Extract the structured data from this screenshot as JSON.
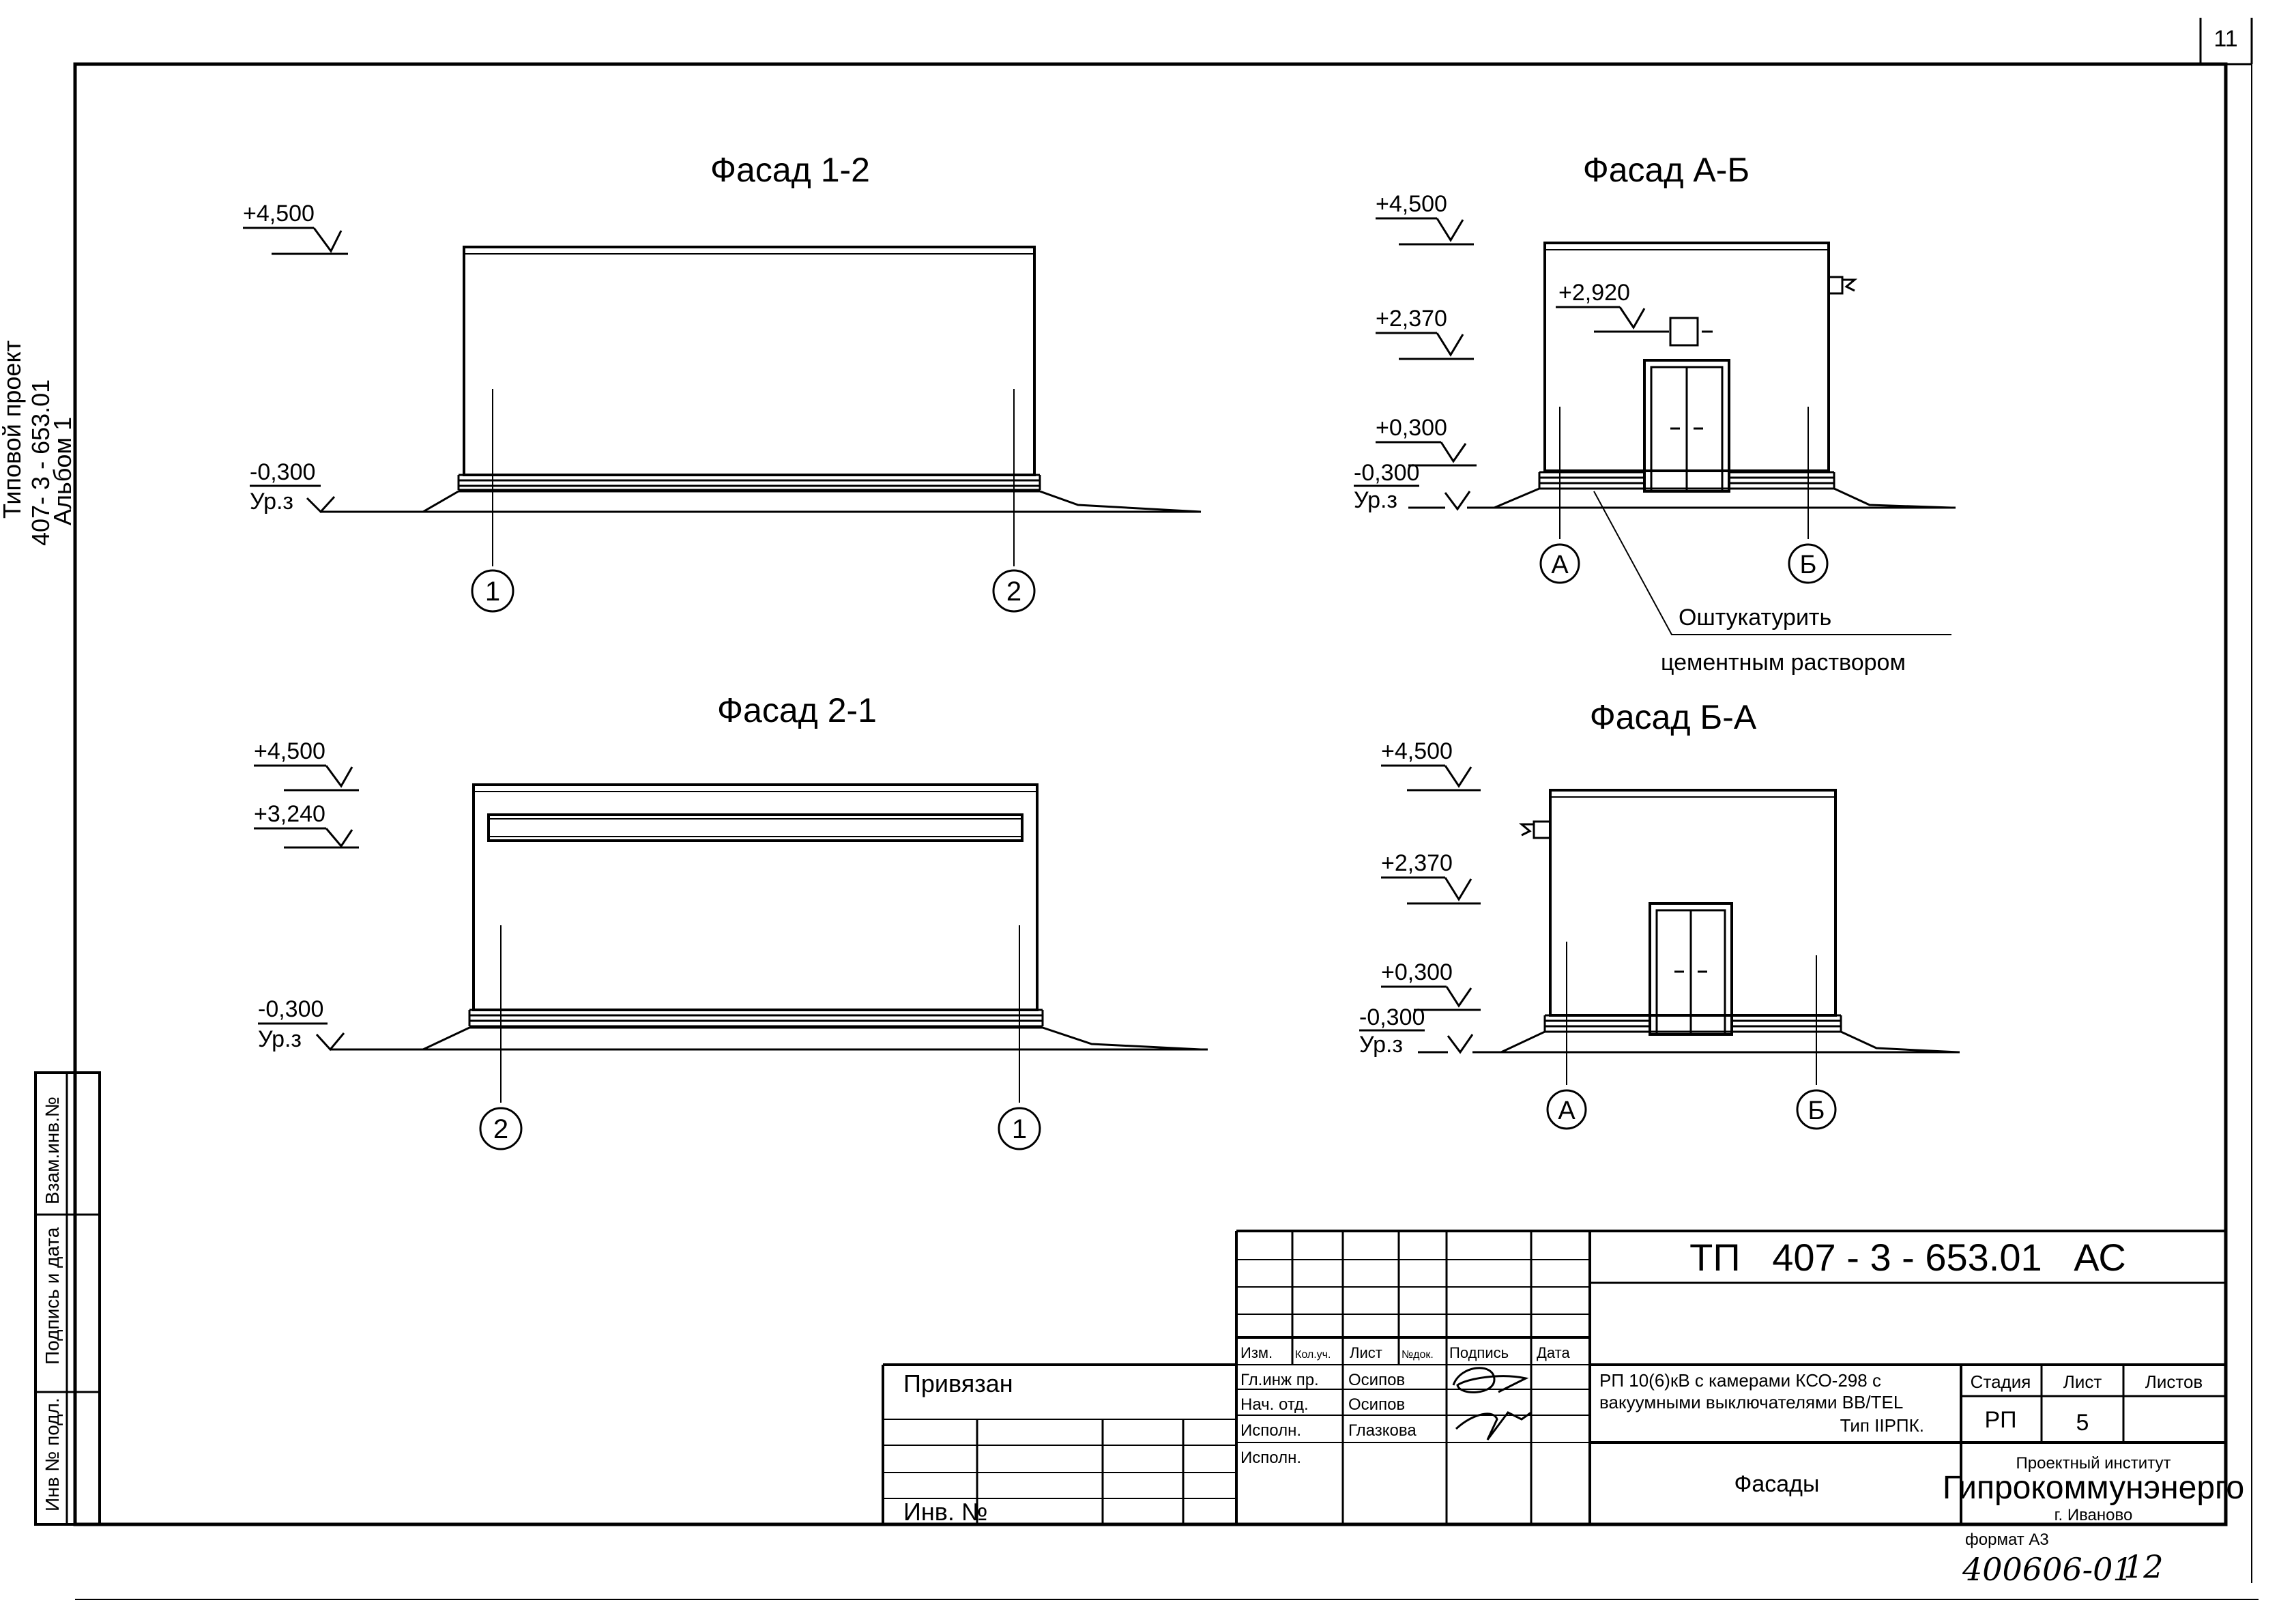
{
  "sheet_number": "11",
  "side_labels": {
    "project": "Типовой проект",
    "code": "407- 3 - 653.01",
    "album": "Альбом 1"
  },
  "left_stamp": {
    "inv_podl": "Инв № подл.",
    "sign_date": "Подпись и дата",
    "vzam_inv": "Взам.инв.№"
  },
  "views": {
    "f12": {
      "title": "Фасад 1-2",
      "levels": [
        "+4,500",
        "-0,300",
        "Ур.з"
      ],
      "axes": [
        "1",
        "2"
      ]
    },
    "f21": {
      "title": "Фасад 2-1",
      "levels": [
        "+4,500",
        "+3,240",
        "-0,300",
        "Ур.з"
      ],
      "axes": [
        "2",
        "1"
      ]
    },
    "fab": {
      "title": "Фасад А-Б",
      "levels": [
        "+4,500",
        "+2,920",
        "+2,370",
        "+0,300",
        "-0,300",
        "Ур.з"
      ],
      "axes": [
        "А",
        "Б"
      ],
      "note_line1": "Оштукатурить",
      "note_line2": "цементным раствором"
    },
    "fba": {
      "title": "Фасад Б-А",
      "levels": [
        "+4,500",
        "+2,370",
        "+0,300",
        "-0,300",
        "Ур.з"
      ],
      "axes": [
        "А",
        "Б"
      ]
    }
  },
  "title_block": {
    "doc_code": "ТП   407 - 3 - 653.01   АС",
    "col_headers": [
      "Изм.",
      "Кол.уч.",
      "Лист",
      "№док.",
      "Подпись",
      "Дата"
    ],
    "roles": [
      "Гл.инж пр.",
      "Нач. отд.",
      "Исполн.",
      "Исполн."
    ],
    "names": [
      "Осипов",
      "Осипов",
      "Глазкова",
      ""
    ],
    "description": [
      "РП 10(6)кВ с камерами КСО-298 с",
      "вакуумными выключателями ВВ/TEL",
      "Тип IIРПК."
    ],
    "stage_label": "Стадия",
    "sheet_label": "Лист",
    "sheets_label": "Листов",
    "stage": "РП",
    "sheet": "5",
    "sheets": "",
    "drawing_name": "Фасады",
    "institute_line1": "Проектный институт",
    "institute_name": "Гипрокоммунэнерго",
    "institute_city": "г. Иваново",
    "privyazan": "Привязан",
    "inv_no": "Инв. №",
    "format": "формат А3",
    "archive_no": "400606-01",
    "page_no": "12"
  }
}
